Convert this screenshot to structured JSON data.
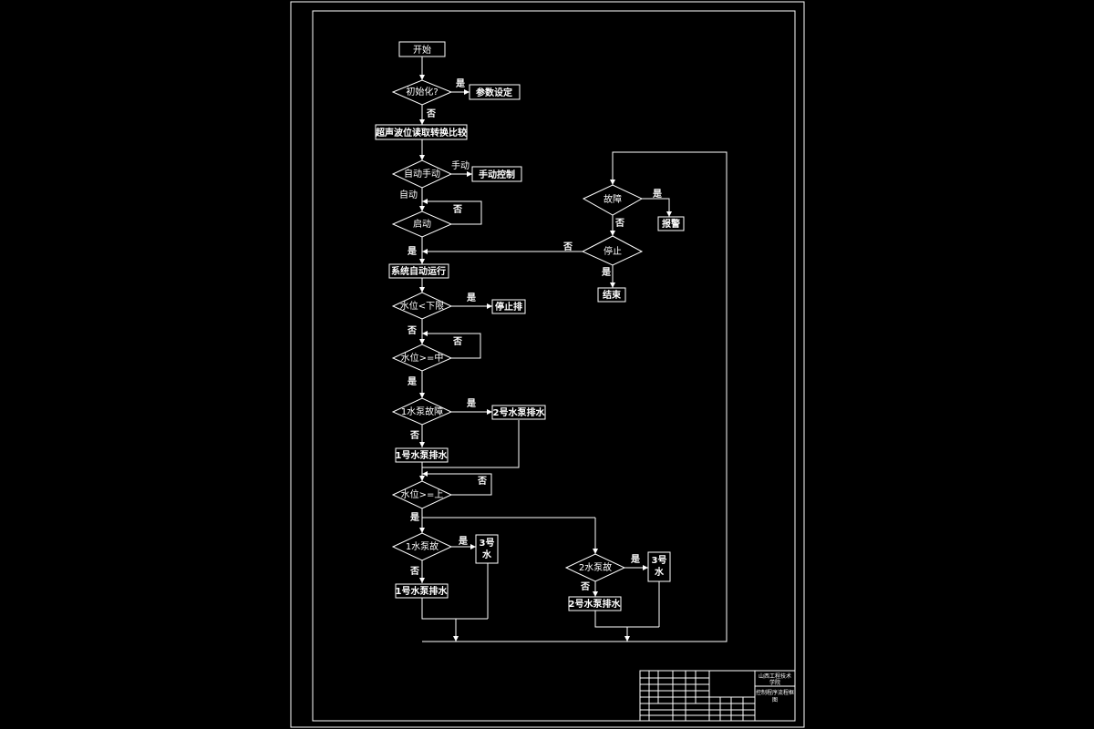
{
  "flow": {
    "start": "开始",
    "init_q": "初始化?",
    "yes": "是",
    "no": "否",
    "param_set": "参数设定",
    "sensor": "超声波位读取转换比较",
    "mode_q": "自动手动",
    "manual": "手动",
    "manual_ctrl": "手动控制",
    "auto": "自动",
    "start_q": "启动",
    "auto_run": "系统自动运行",
    "water_low_q": "水位<下限",
    "stop_pump": "停止排",
    "water_mid_q": "水位>=中",
    "pump1_fault_q": "1水泵故障",
    "pump2_drain_a": "2号水泵排水",
    "pump1_drain_a": "1号水泵排水",
    "water_high_q": "水位>=上",
    "pump1_fault_q2": "1水泵故",
    "pump3_box1_l1": "3号",
    "pump3_box1_l2": "水",
    "pump1_drain_b": "1号水泵排水",
    "pump2_fault_q": "2水泵故",
    "pump3_box2_l1": "3号",
    "pump3_box2_l2": "水",
    "pump2_drain_b": "2号水泵排水",
    "fault_q": "故障",
    "alarm": "报警",
    "stop_q": "停止",
    "end": "结束"
  },
  "title_block": {
    "school_l1": "山西工程技术",
    "school_l2": "学院",
    "drawing_l1": "控制程序流程框",
    "drawing_l2": "图"
  }
}
